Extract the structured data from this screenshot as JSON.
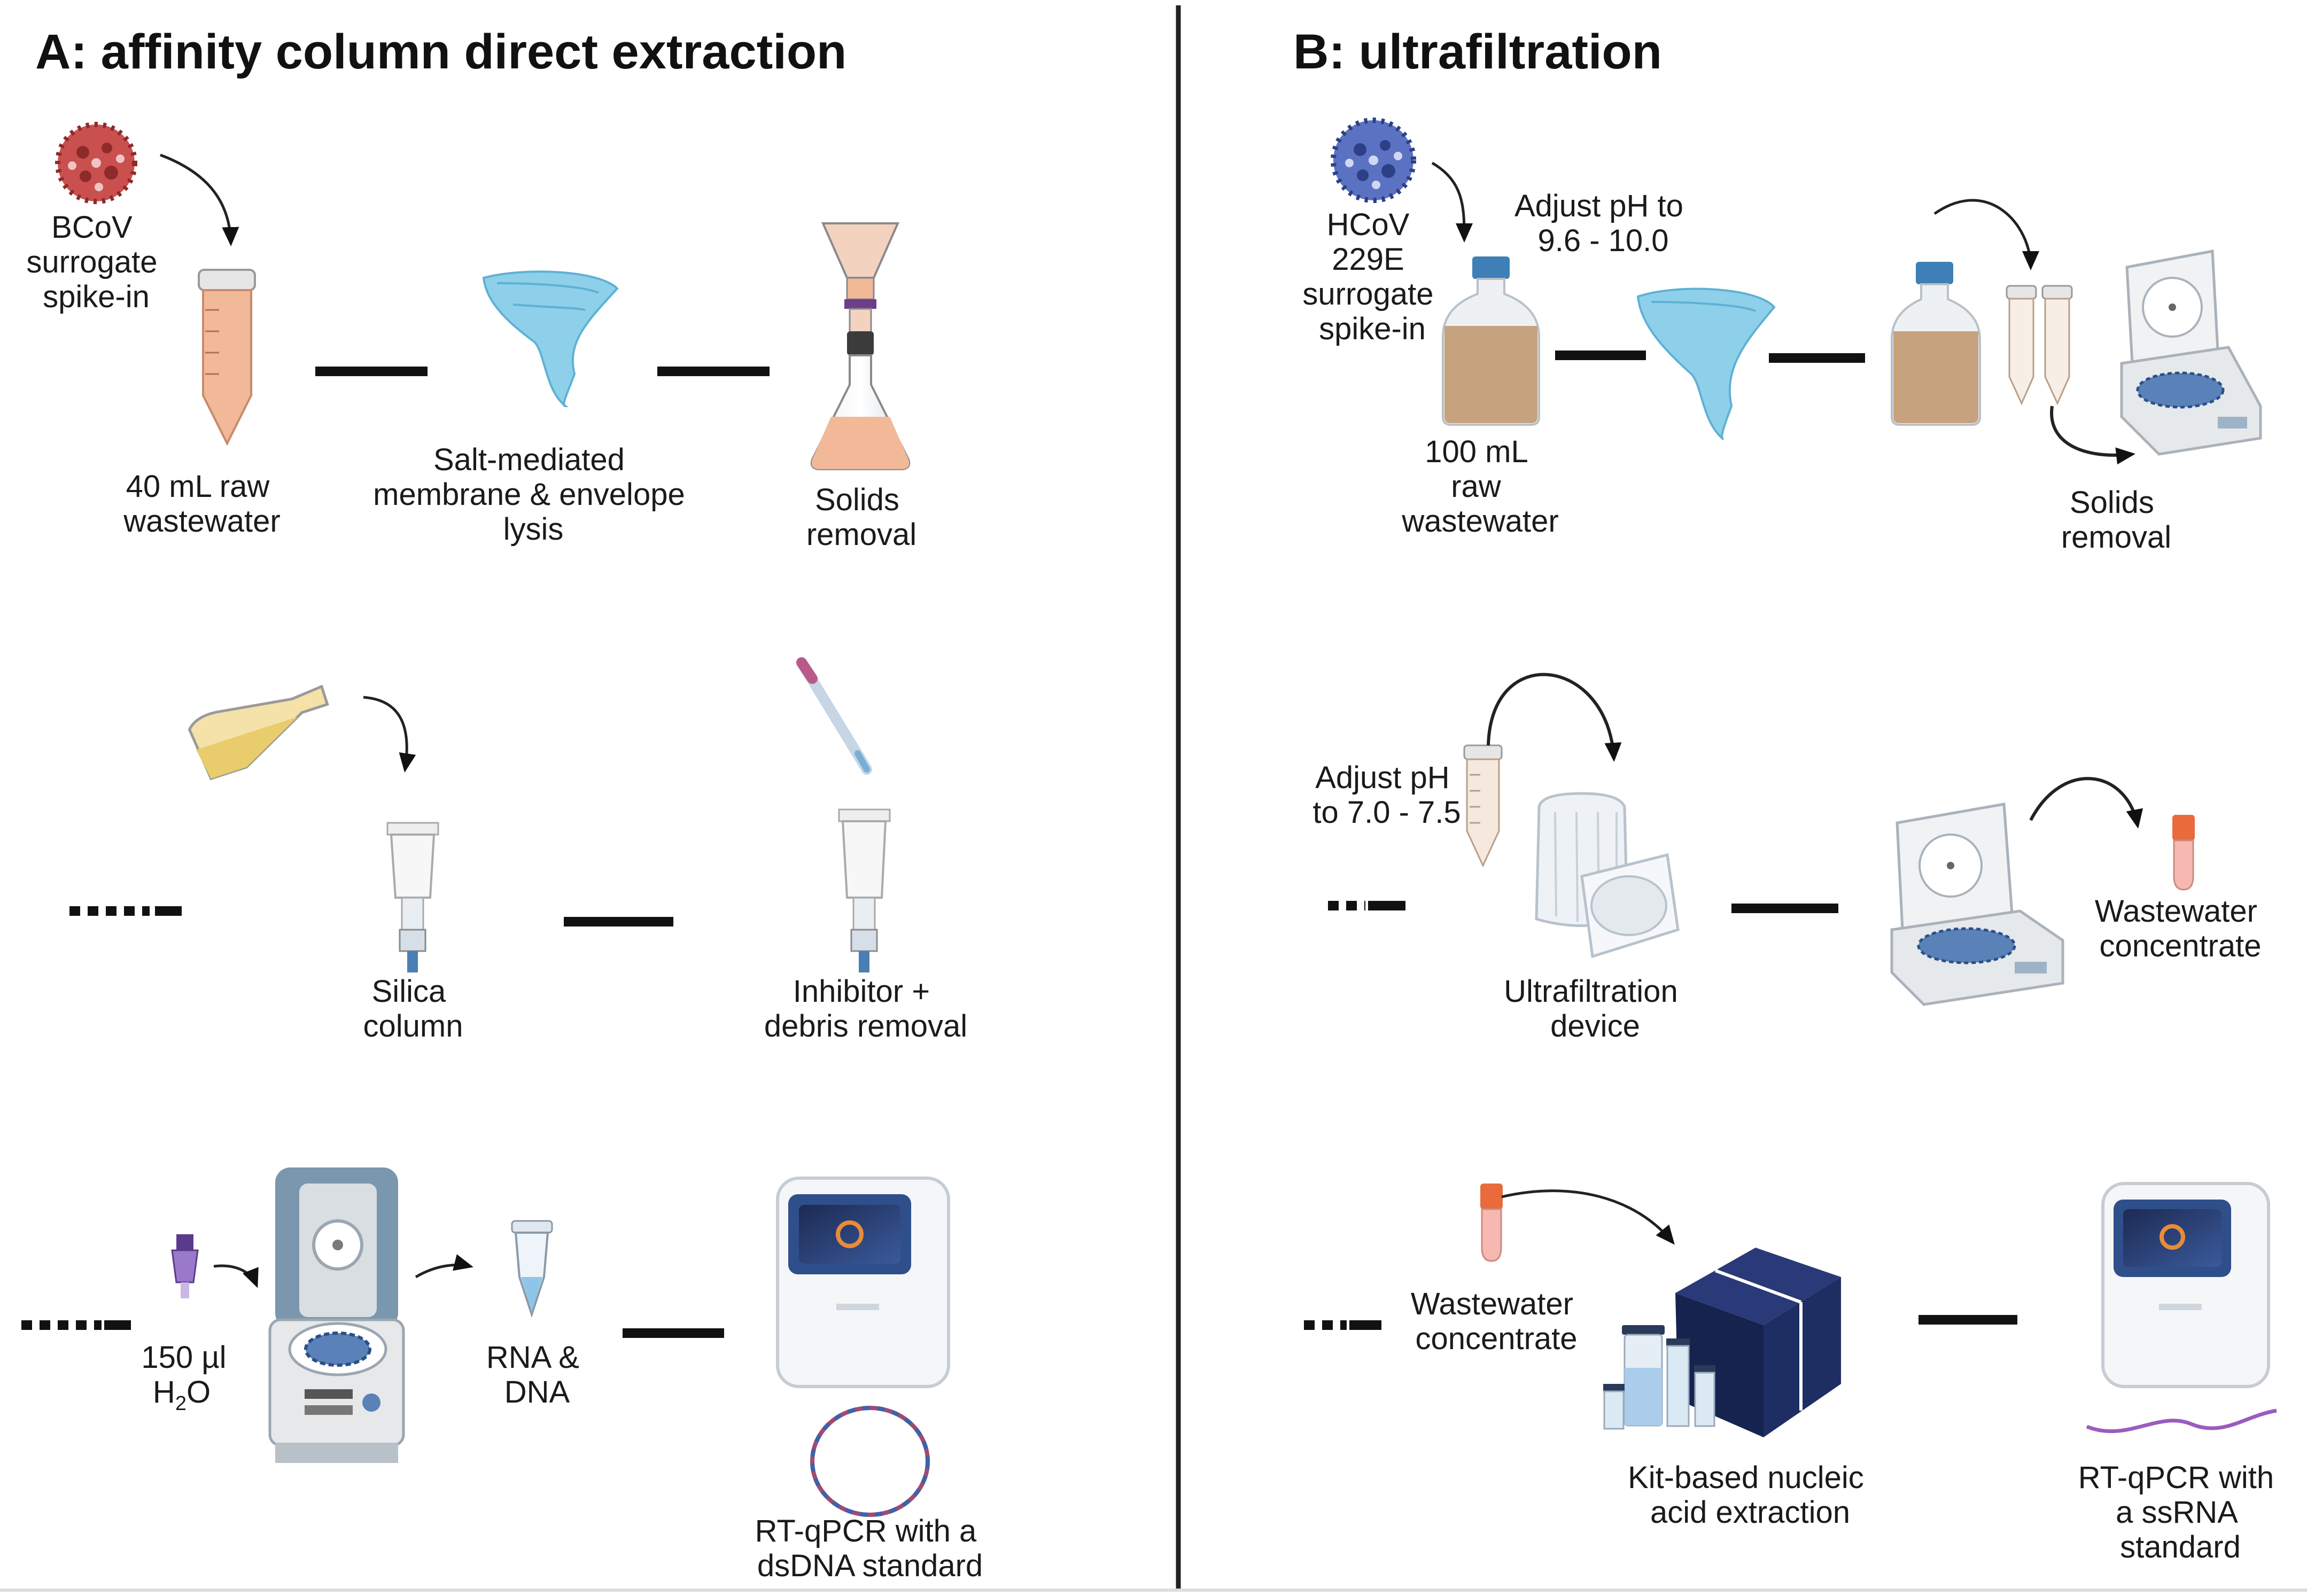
{
  "panel_a": {
    "title": "A: affinity column direct extraction",
    "spike_virus": [
      "BCoV",
      "surrogate",
      "spike-in"
    ],
    "sample_label": [
      "40 mL raw",
      "wastewater"
    ],
    "lysis_label": [
      "Salt-mediated",
      "membrane & envelope",
      "lysis"
    ],
    "solids_label": [
      "Solids",
      "removal"
    ],
    "silica_label": [
      "Silica",
      "column"
    ],
    "inhibitor_label": [
      "Inhibitor +",
      "debris removal"
    ],
    "water_label": [
      "150 µl",
      "H",
      "2",
      "O"
    ],
    "rna_label": [
      "RNA &",
      "DNA"
    ],
    "qpcr_label": [
      "RT-qPCR with a",
      "dsDNA standard"
    ]
  },
  "panel_b": {
    "title": "B: ultrafiltration",
    "spike_virus": [
      "HCoV",
      "229E",
      "surrogate",
      "spike-in"
    ],
    "ph_adjust_1": [
      "Adjust pH to",
      "9.6 - 10.0"
    ],
    "sample_label": [
      "100 mL",
      "raw",
      "wastewater"
    ],
    "solids_label": [
      "Solids",
      "removal"
    ],
    "ph_adjust_2": [
      "Adjust pH",
      "to 7.0 - 7.5"
    ],
    "uf_label": [
      "Ultrafiltration",
      "device"
    ],
    "concentrate_label": [
      "Wastewater",
      "concentrate"
    ],
    "concentrate_label_2": [
      "Wastewater",
      "concentrate"
    ],
    "kit_label": [
      "Kit-based nucleic",
      "acid extraction"
    ],
    "qpcr_label": [
      "RT-qPCR with",
      "a ssRNA",
      "standard"
    ]
  },
  "colors": {
    "arrow": "#111111",
    "bcov": "#b13b3b",
    "hcov": "#3c55a8",
    "wastewater_tube": "#f2b999",
    "vortex": "#8ed0ea",
    "bottle_liquid": "#c7a27e",
    "bottle_cap": "#3d7fb6",
    "kit_box": "#17234f",
    "centrifuge_lid": "#7b97ad"
  }
}
